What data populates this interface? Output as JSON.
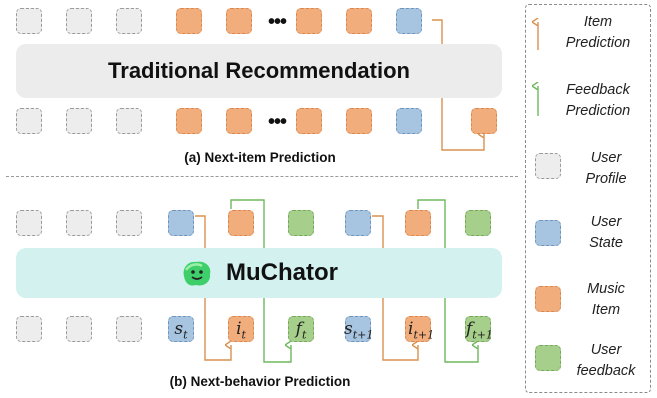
{
  "top": {
    "band_label": "Traditional Recommendation",
    "ellipsis": "•••",
    "caption": "(a) Next-item Prediction"
  },
  "bottom": {
    "band_label": "MuChator",
    "caption": "(b) Next-behavior Prediction",
    "tokens": {
      "s": "s",
      "t": "t",
      "t1": "t+1",
      "i": "i",
      "f": "f"
    }
  },
  "legend": {
    "item_prediction": [
      "Item",
      "Prediction"
    ],
    "feedback_prediction": [
      "Feedback",
      "Prediction"
    ],
    "user_profile": [
      "User",
      "Profile"
    ],
    "user_state": [
      "User",
      "State"
    ],
    "music_item": [
      "Music",
      "Item"
    ],
    "user_feedback": [
      "User",
      "feedback"
    ]
  },
  "colors": {
    "user_profile": "#ededed",
    "user_state": "#a7c4e0",
    "music_item": "#f2ad7c",
    "user_feedback": "#a6cf8b",
    "item_arrow": "#d9924f",
    "feedback_arrow": "#6fb85e",
    "band_trad": "#ececec",
    "band_muchator": "#d2f1ef"
  }
}
